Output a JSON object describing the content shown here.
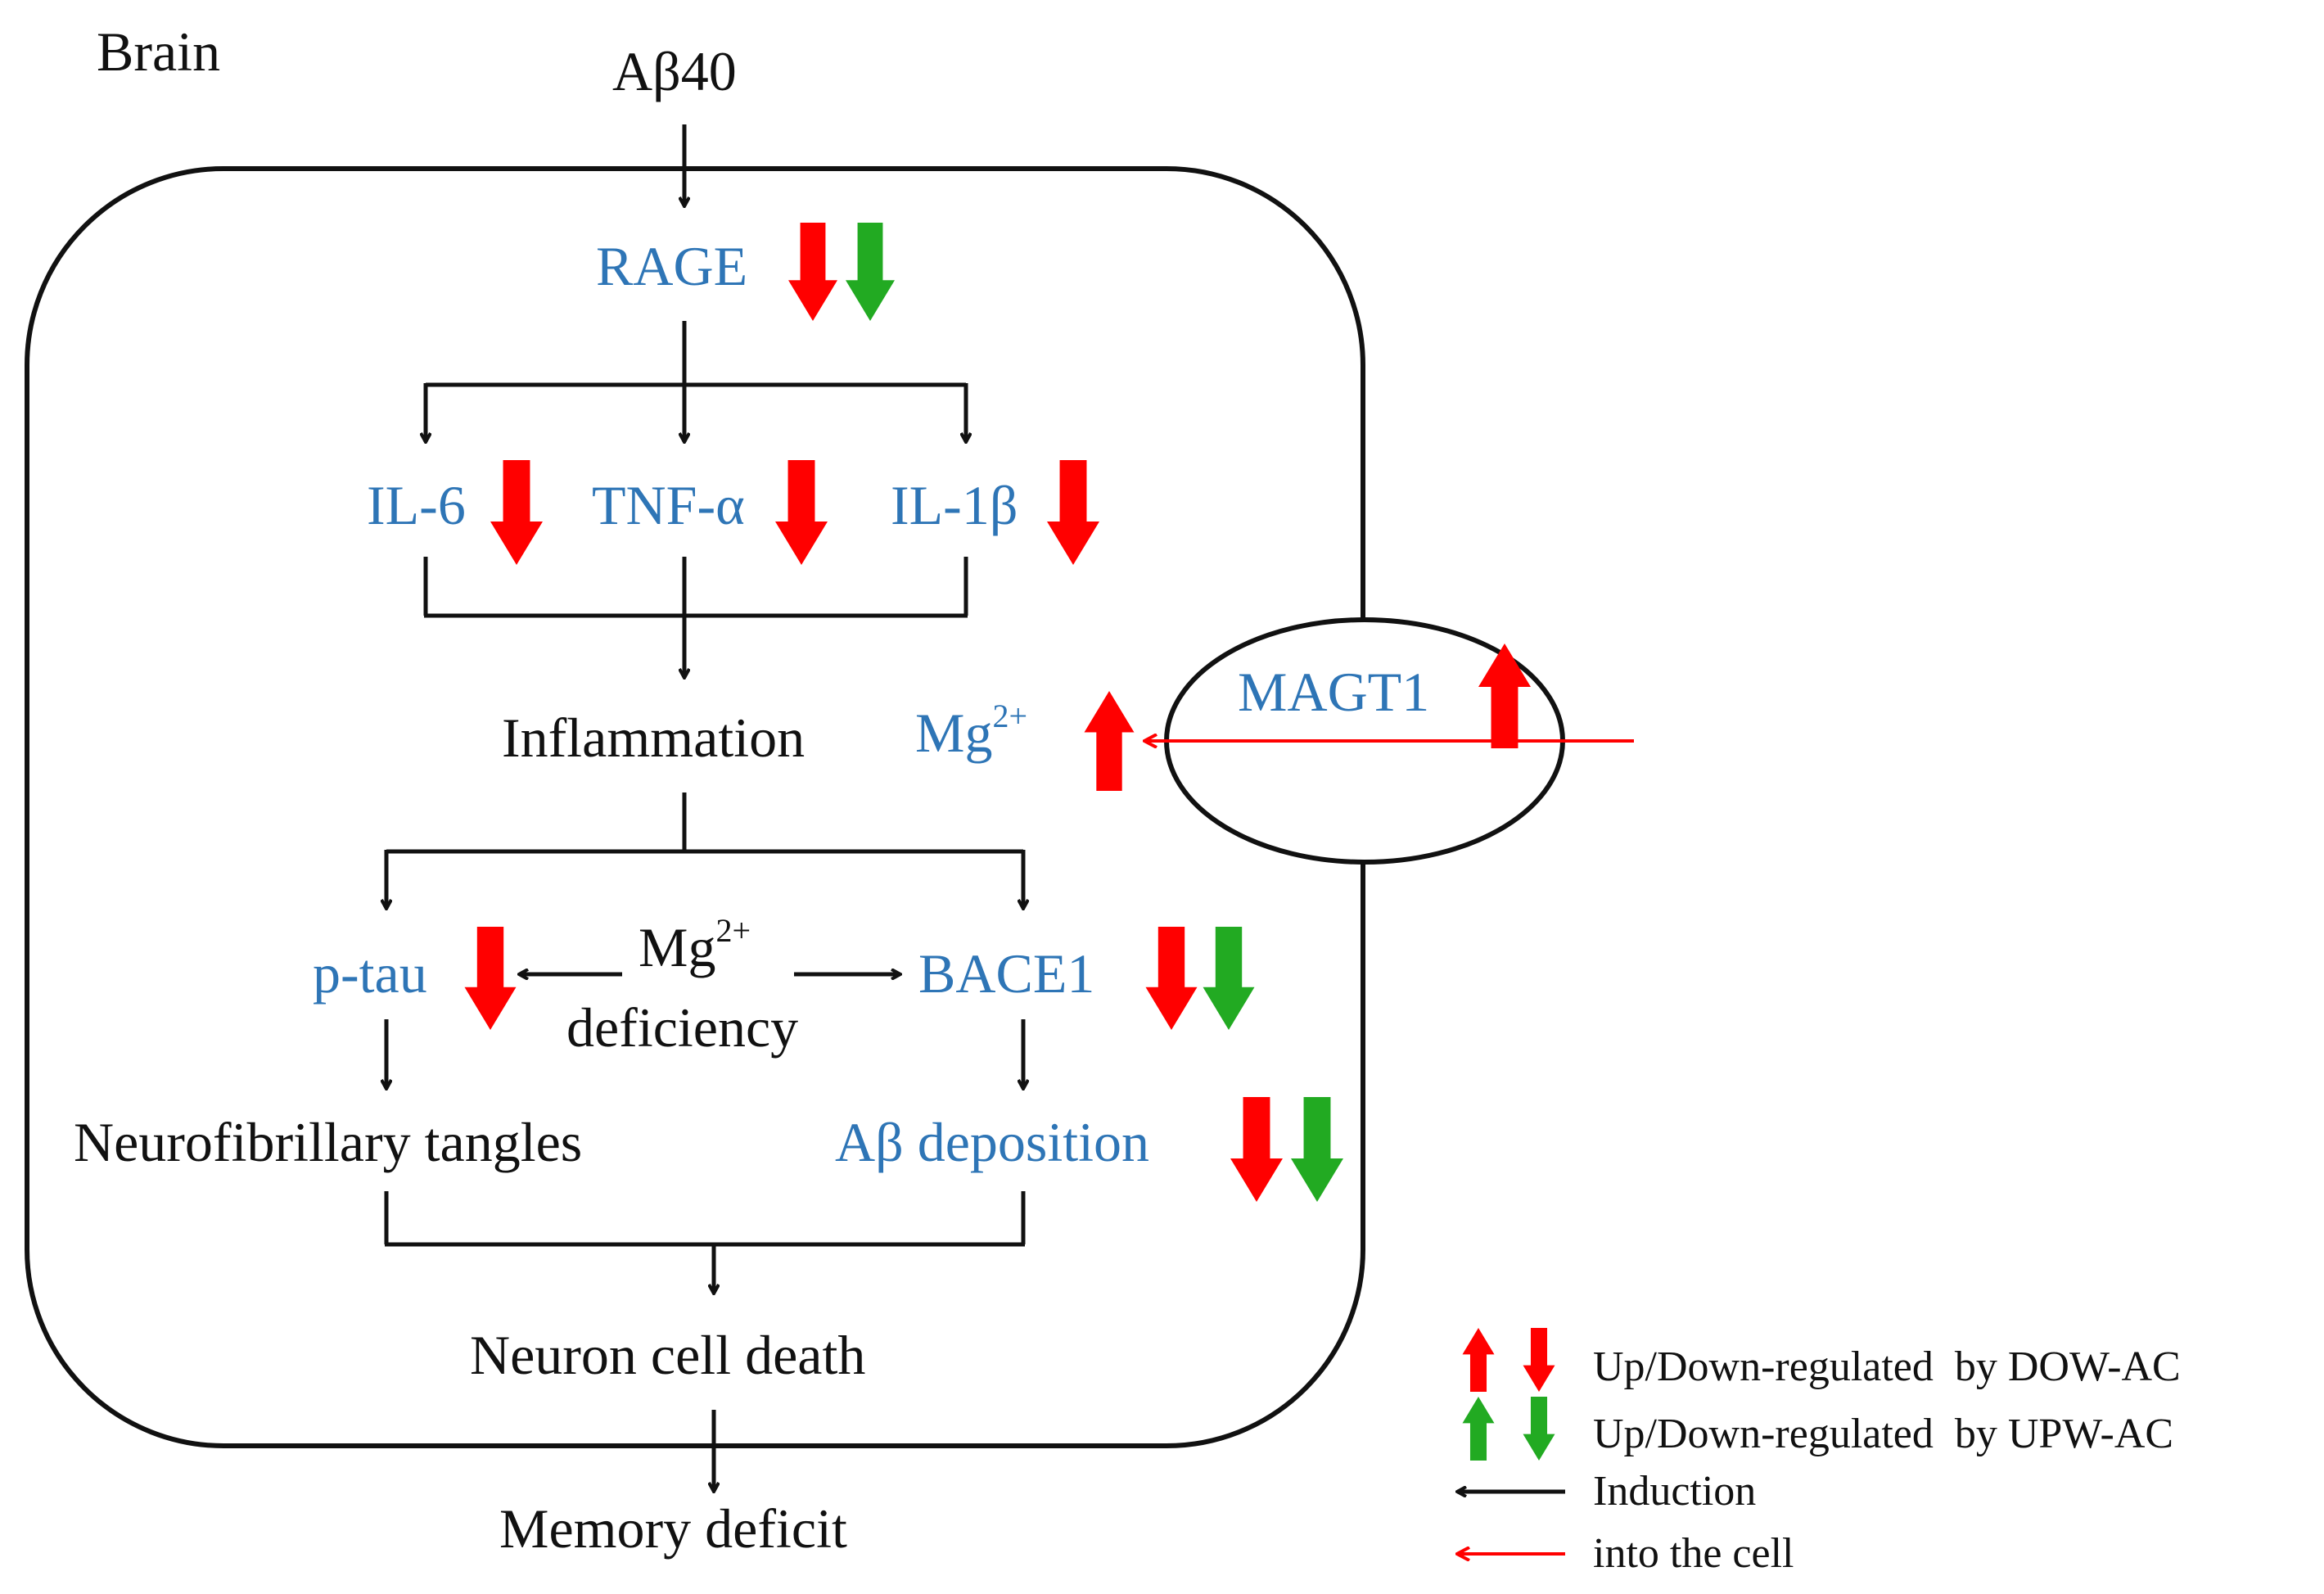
{
  "title": "Brain",
  "input": "Aβ40",
  "nodes": {
    "rage": "RAGE",
    "il6": "IL-6",
    "tnf": "TNF-α",
    "il1b": "IL-1β",
    "inflammation": "Inflammation",
    "mg_base": "Mg",
    "mg_sup": "2+",
    "magt1": "MAGT1",
    "ptau": "p-tau",
    "mg_def_base": "Mg",
    "mg_def_sup": "2+",
    "deficiency": "deficiency",
    "bace1": "BACE1",
    "nft": "Neurofibrillary tangles",
    "abdep": "Aβ deposition",
    "death": "Neuron cell death",
    "memory": "Memory deficit"
  },
  "legend": {
    "dow": "Up/Down-regulated  by DOW-AC",
    "upw": "Up/Down-regulated  by UPW-AC",
    "induction": "Induction",
    "into_cell": "into the cell"
  },
  "colors": {
    "node_text": "#2e75b6",
    "dow_arrow": "#ff0000",
    "upw_arrow": "#22aa22",
    "induction_arrow": "#111111",
    "into_cell_arrow": "#ff0000"
  }
}
